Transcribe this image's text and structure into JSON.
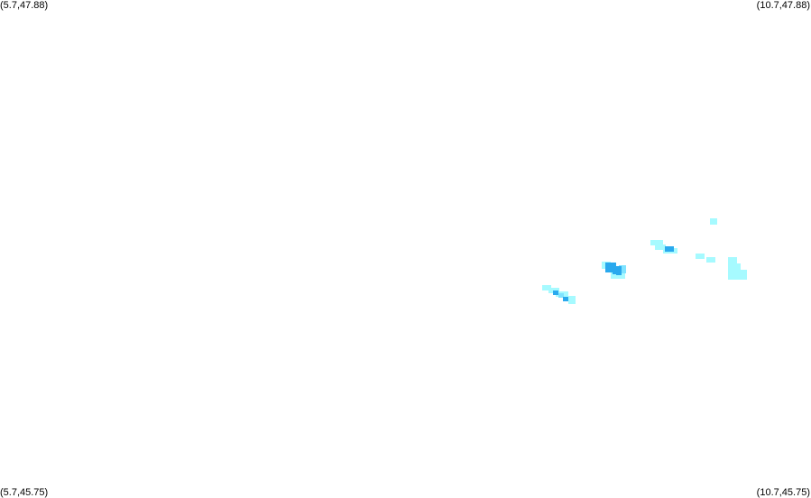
{
  "map": {
    "corner_top_left": "(5.7,47.88)",
    "corner_top_right": "(10.7,47.88)",
    "corner_bottom_left": "(5.7,45.75)",
    "corner_bottom_right": "(10.7,45.75)",
    "colors": {
      "light": "#a6faff",
      "medium": "#7fe3ff",
      "strong": "#2aa9ee",
      "background": "#ffffff"
    }
  }
}
